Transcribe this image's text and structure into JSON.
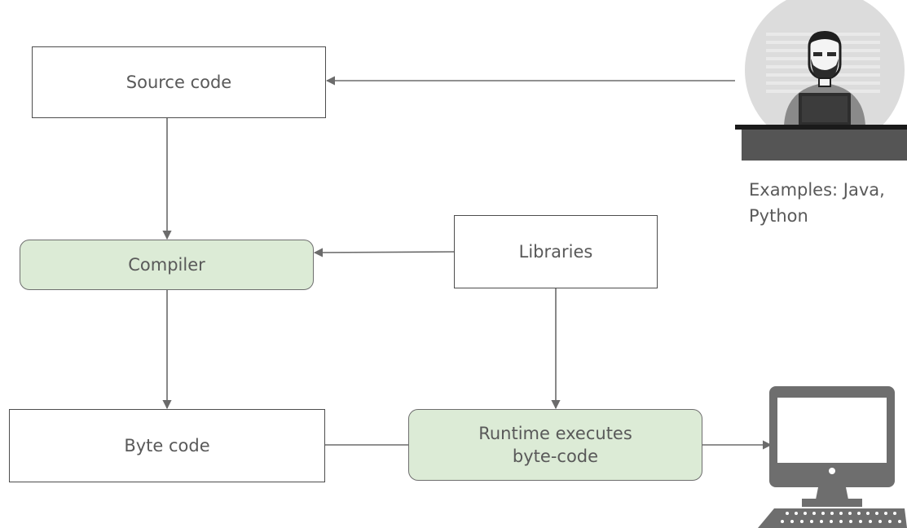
{
  "diagram": {
    "nodes": {
      "source_code": "Source code",
      "compiler": "Compiler",
      "libraries": "Libraries",
      "byte_code": "Byte code",
      "runtime_line1": "Runtime executes",
      "runtime_line2": "byte-code"
    },
    "caption_line1": "Examples: Java,",
    "caption_line2": "Python",
    "colors": {
      "green_fill": "#dcebd6",
      "border": "#4d4d4d",
      "arrow": "#6b6b6b",
      "text": "#595959"
    },
    "icons": [
      "programmer-illustration",
      "computer-illustration"
    ]
  }
}
